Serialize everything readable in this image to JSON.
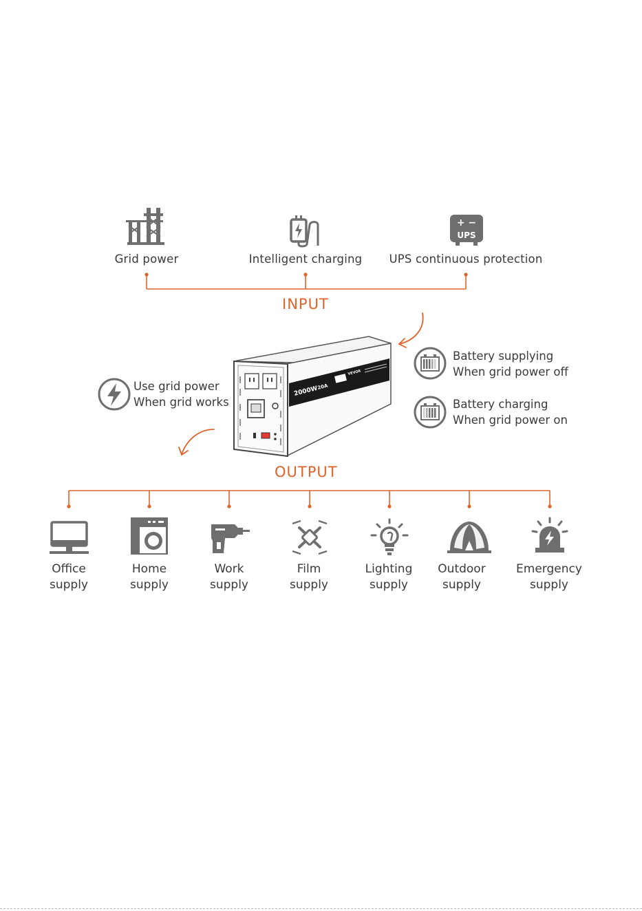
{
  "input": {
    "heading": "INPUT",
    "items": [
      {
        "label": "Grid power",
        "icon": "power-tower-icon"
      },
      {
        "label": "Intelligent charging",
        "icon": "charging-plug-icon"
      },
      {
        "label": "UPS continuous protection",
        "icon": "ups-icon"
      }
    ],
    "ups_badge": "UPS",
    "ups_terminals": "+ −"
  },
  "output": {
    "heading": "OUTPUT",
    "items": [
      {
        "line1": "Office",
        "line2": "supply",
        "icon": "monitor-icon"
      },
      {
        "line1": "Home",
        "line2": "supply",
        "icon": "washing-machine-icon"
      },
      {
        "line1": "Work",
        "line2": "supply",
        "icon": "power-drill-icon"
      },
      {
        "line1": "Film",
        "line2": "supply",
        "icon": "drone-icon"
      },
      {
        "line1": "Lighting",
        "line2": "supply",
        "icon": "light-bulb-icon"
      },
      {
        "line1": "Outdoor",
        "line2": "supply",
        "icon": "tent-icon"
      },
      {
        "line1": "Emergency",
        "line2": "supply",
        "icon": "alarm-siren-icon"
      }
    ]
  },
  "grid_mode": {
    "line1": "Use grid power",
    "line2": "When grid works",
    "icon": "lightning-icon"
  },
  "battery_modes": [
    {
      "line1": "Battery supplying",
      "line2": "When grid power off",
      "icon": "battery-discharging-icon"
    },
    {
      "line1": "Battery charging",
      "line2": "When grid power on",
      "icon": "battery-charging-icon"
    }
  ],
  "device": {
    "power_label": "2000W",
    "charge_label": "20A",
    "brand": "VEVOR"
  },
  "colors": {
    "accent": "#e0632a",
    "icon_gray": "#6e6e6e",
    "text": "#3a3a3a"
  }
}
